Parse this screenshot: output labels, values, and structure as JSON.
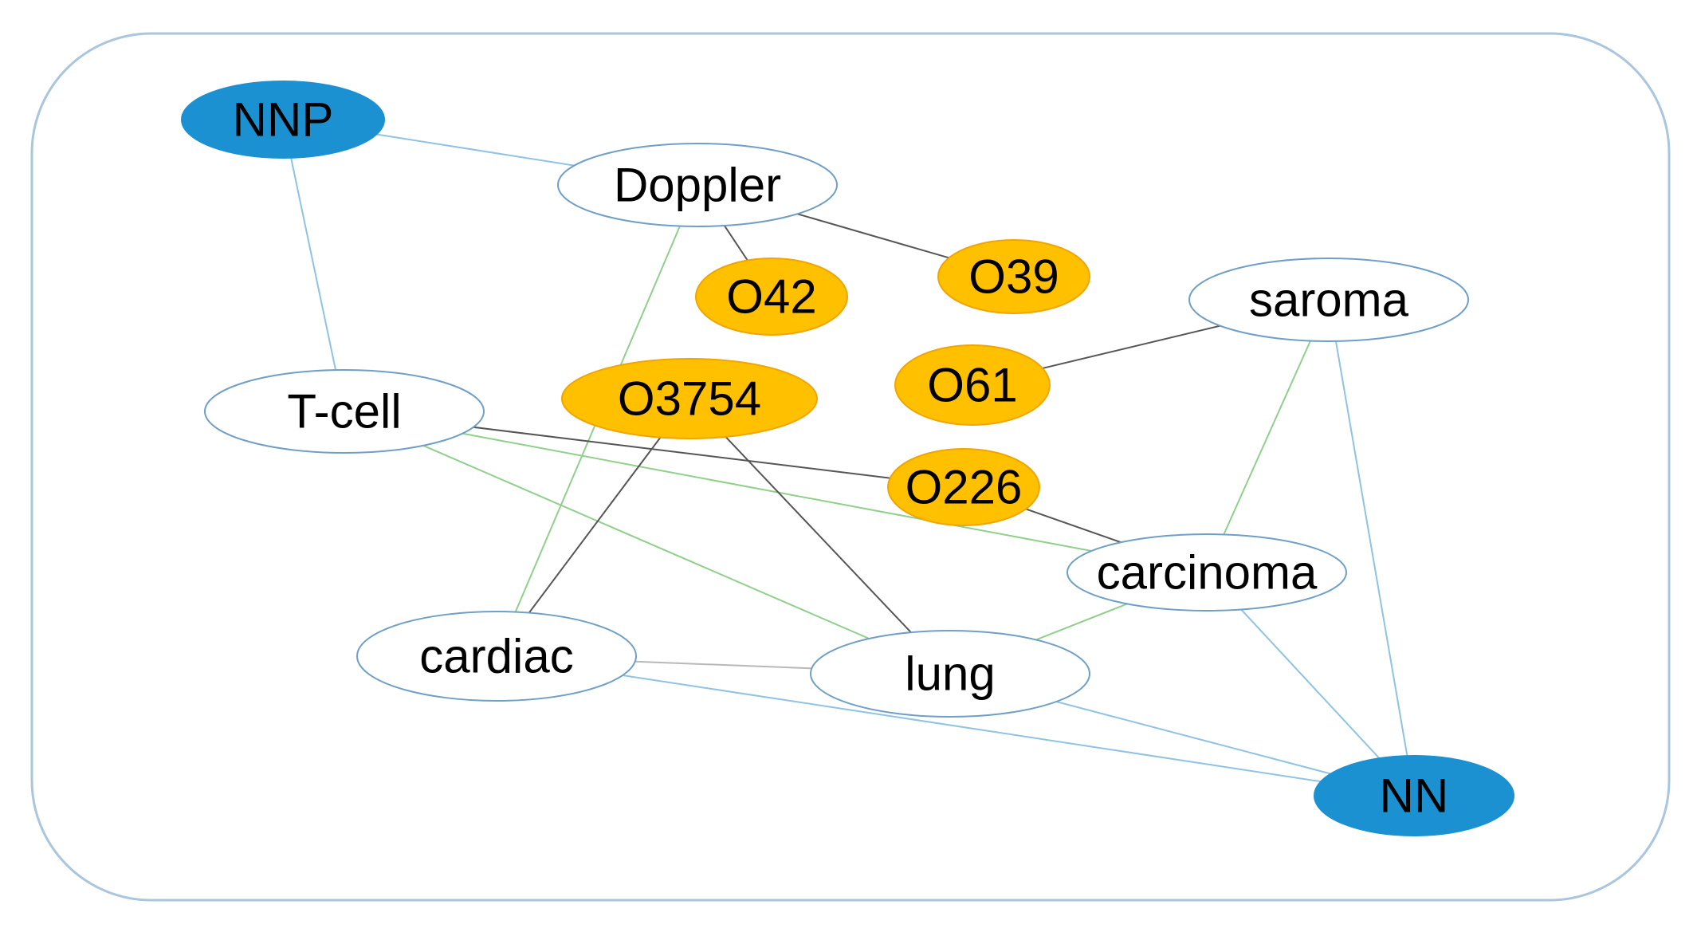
{
  "colors": {
    "frame_border": "#a9c6de",
    "outline_node_stroke": "#6f9fc7",
    "outline_node_fill": "#ffffff",
    "blue_node_fill": "#1b91d1",
    "orange_node_fill": "#ffc000",
    "orange_node_stroke": "#f0a500",
    "edge_blue": "#8ec3e3",
    "edge_green": "#8fd08a",
    "edge_black": "#555555",
    "edge_gray": "#b8b8b8"
  },
  "nodes": [
    {
      "id": "NNP",
      "label": "NNP",
      "style": "blue"
    },
    {
      "id": "Doppler",
      "label": "Doppler",
      "style": "outline"
    },
    {
      "id": "O42",
      "label": "O42",
      "style": "orange"
    },
    {
      "id": "O39",
      "label": "O39",
      "style": "orange"
    },
    {
      "id": "saroma",
      "label": "saroma",
      "style": "outline"
    },
    {
      "id": "O61",
      "label": "O61",
      "style": "orange"
    },
    {
      "id": "O3754",
      "label": "O3754",
      "style": "orange"
    },
    {
      "id": "T-cell",
      "label": "T-cell",
      "style": "outline"
    },
    {
      "id": "O226",
      "label": "O226",
      "style": "orange"
    },
    {
      "id": "carcinoma",
      "label": "carcinoma",
      "style": "outline"
    },
    {
      "id": "cardiac",
      "label": "cardiac",
      "style": "outline"
    },
    {
      "id": "lung",
      "label": "lung",
      "style": "outline"
    },
    {
      "id": "NN",
      "label": "NN",
      "style": "blue"
    }
  ],
  "edges": [
    {
      "from": "NNP",
      "to": "Doppler",
      "color": "blue"
    },
    {
      "from": "NNP",
      "to": "T-cell",
      "color": "blue"
    },
    {
      "from": "Doppler",
      "to": "O42",
      "color": "black"
    },
    {
      "from": "Doppler",
      "to": "O39",
      "color": "black"
    },
    {
      "from": "Doppler",
      "to": "cardiac",
      "color": "green"
    },
    {
      "from": "saroma",
      "to": "O61",
      "color": "black"
    },
    {
      "from": "saroma",
      "to": "carcinoma",
      "color": "green"
    },
    {
      "from": "saroma",
      "to": "NN",
      "color": "blue"
    },
    {
      "from": "T-cell",
      "to": "O226",
      "color": "black"
    },
    {
      "from": "T-cell",
      "to": "carcinoma",
      "color": "green"
    },
    {
      "from": "T-cell",
      "to": "lung",
      "color": "green"
    },
    {
      "from": "O226",
      "to": "carcinoma",
      "color": "black"
    },
    {
      "from": "O3754",
      "to": "cardiac",
      "color": "black"
    },
    {
      "from": "O3754",
      "to": "lung",
      "color": "black"
    },
    {
      "from": "carcinoma",
      "to": "lung",
      "color": "green"
    },
    {
      "from": "carcinoma",
      "to": "NN",
      "color": "blue"
    },
    {
      "from": "cardiac",
      "to": "lung",
      "color": "gray"
    },
    {
      "from": "cardiac",
      "to": "NN",
      "color": "blue"
    },
    {
      "from": "lung",
      "to": "NN",
      "color": "blue"
    }
  ]
}
